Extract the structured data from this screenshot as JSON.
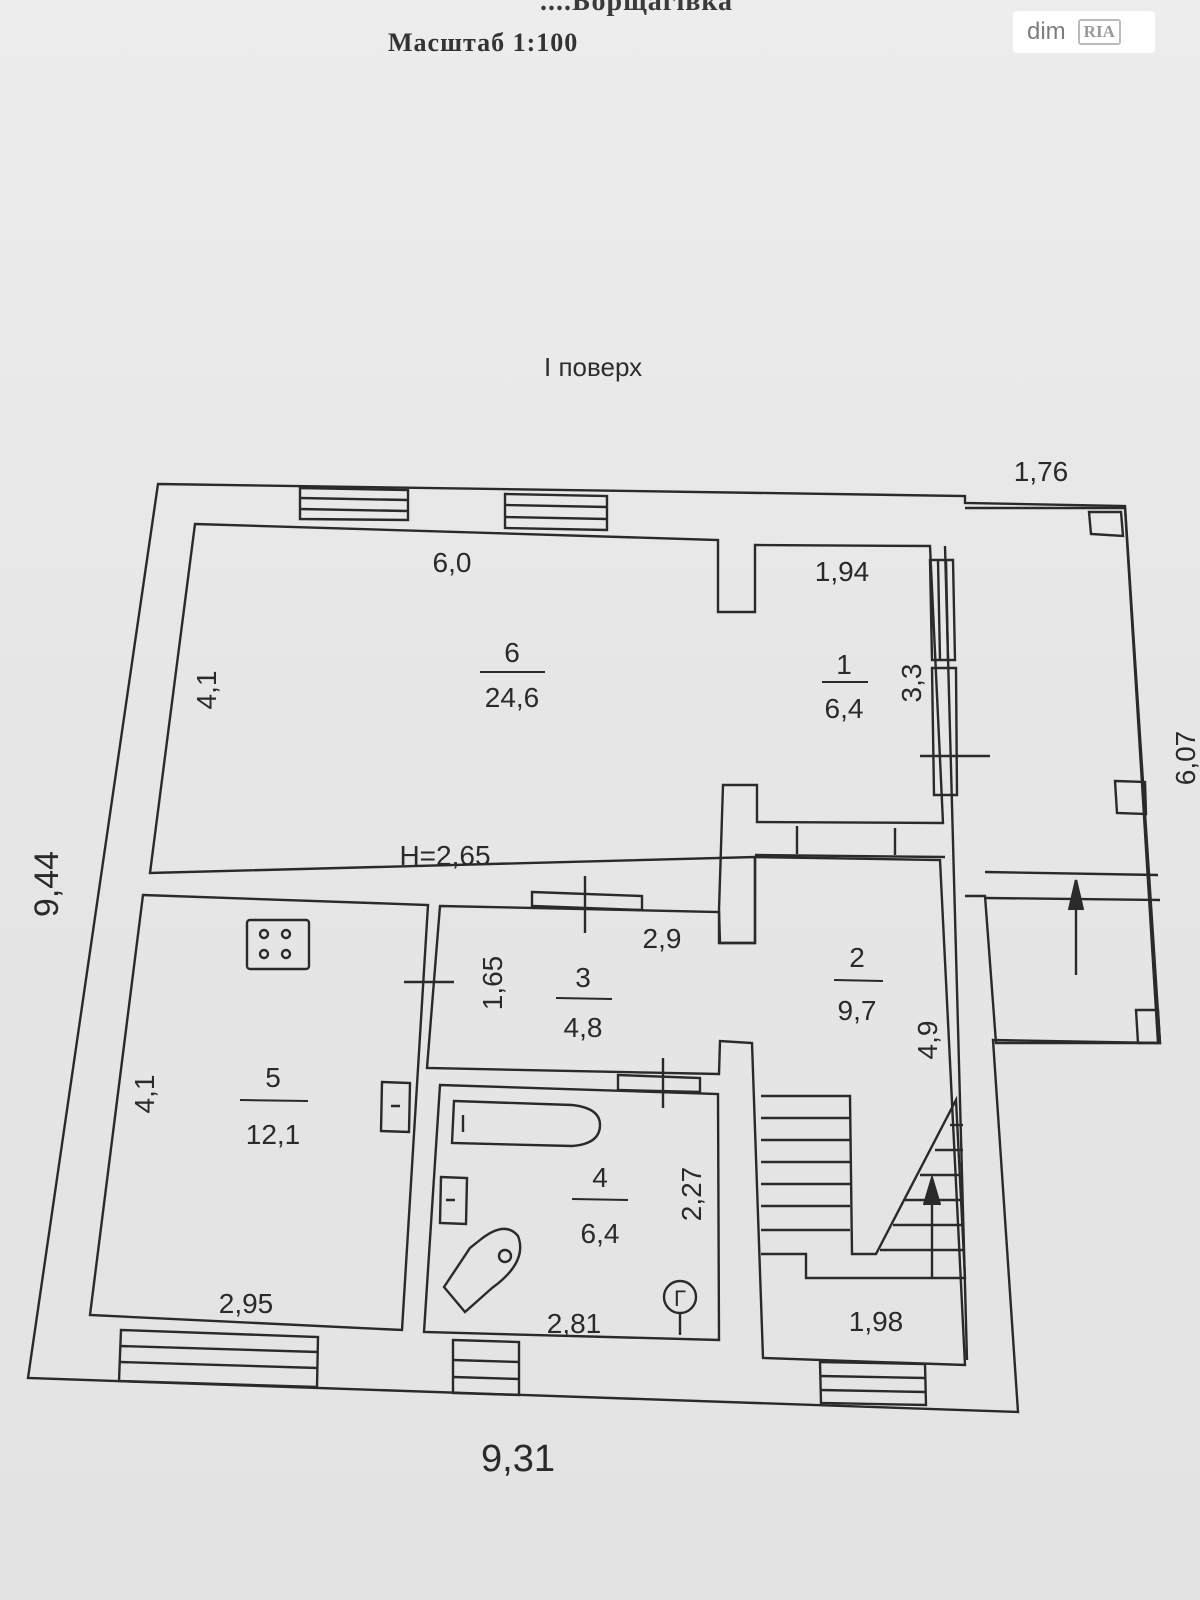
{
  "header": {
    "top_text": "....Борщагівка",
    "scale_text": "Масштаб 1:100"
  },
  "logo": {
    "text": "dim",
    "badge": "RIA"
  },
  "floor_title": "І поверх",
  "ceiling_height": "Н=2,65",
  "rooms": [
    {
      "number": "6",
      "area": "24,6"
    },
    {
      "number": "1",
      "area": "6,4"
    },
    {
      "number": "5",
      "area": "12,1"
    },
    {
      "number": "3",
      "area": "4,8"
    },
    {
      "number": "2",
      "area": "9,7"
    },
    {
      "number": "4",
      "area": "6,4"
    }
  ],
  "dimensions": {
    "top_porch": "1,76",
    "room6_width": "6,0",
    "room1_width": "1,94",
    "room6_height": "4,1",
    "room1_height": "3,3",
    "porch_height": "6,07",
    "total_height": "9,44",
    "room3_width": "2,9",
    "room3_height": "1,65",
    "room2_height": "4,9",
    "room5_height": "4,1",
    "bath_height": "2,27",
    "room5_width": "2,95",
    "bath_width": "2,81",
    "stair_width": "1,98",
    "total_width": "9,31"
  },
  "fixtures": {
    "boiler_symbol": "Г"
  },
  "colors": {
    "paper": "#e8e8e8",
    "ink": "#2a2a2a",
    "logo_bg": "#ffffff"
  }
}
